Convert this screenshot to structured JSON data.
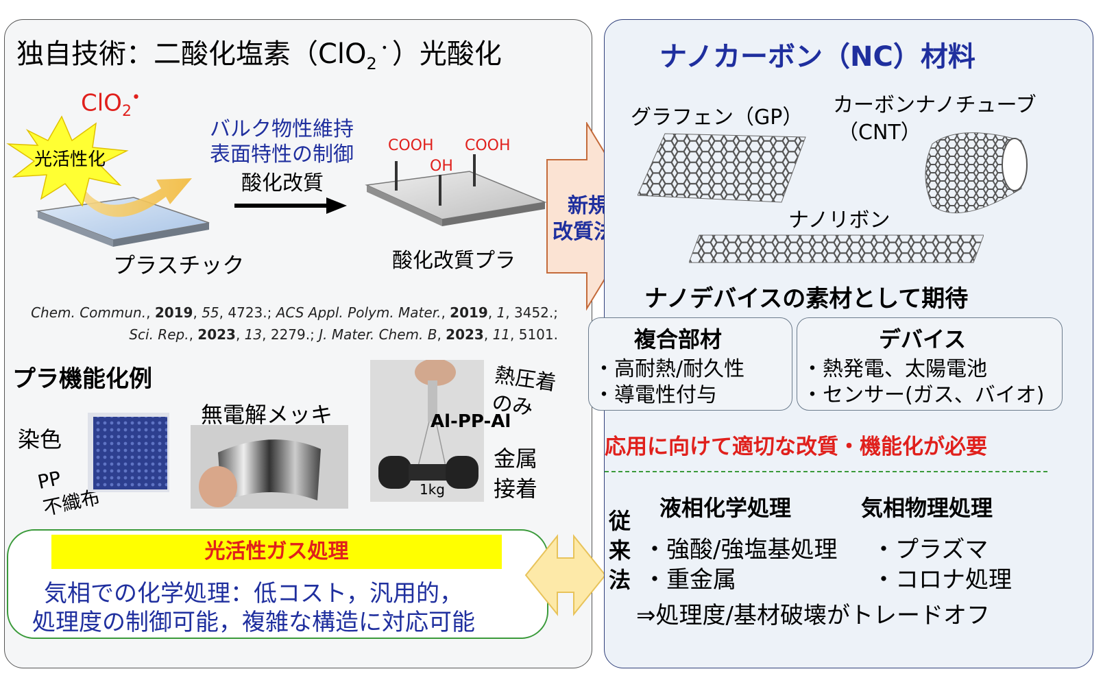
{
  "left": {
    "title": "独自技術：二酸化塩素（ClO",
    "title_sub": "2",
    "title_sup": "・",
    "title_end": "）光酸化",
    "clo2_label": "ClO",
    "clo2_sub": "2",
    "clo2_dot": "•",
    "photoactivation": "光活性化",
    "maintain_bulk": "バルク物性維持",
    "control_surface": "表面特性の制御",
    "oxidation_mod": "酸化改質",
    "plastic": "プラスチック",
    "cooh_1": "COOH",
    "oh": "OH",
    "cooh_2": "COOH",
    "oxidized_plastic": "酸化改質プラ",
    "citations": {
      "j1": "Chem. Commun.",
      "y1": "2019",
      "v1": "55",
      "p1": "4723.;",
      "j2": "ACS Appl. Polym. Mater.",
      "y2": "2019",
      "v2": "1",
      "p2": "3452.;",
      "j3": "Sci. Rep.",
      "y3": "2023",
      "v3": "13",
      "p3": "2279.;",
      "j4": "J. Mater. Chem. B",
      "y4": "2023",
      "v4": "11",
      "p4": "5101."
    },
    "examples_heading": "プラ機能化例",
    "dyeing": "染色",
    "pp_label": "PP",
    "nonwoven": "不織布",
    "electroless": "無電解メッキ",
    "thermo_1": "熱圧着",
    "thermo_2": "のみ",
    "al_pp_al": "Al-PP-Al",
    "one_kg": "1kg",
    "metal_1": "金属",
    "metal_2": "接着",
    "gas_heading": "光活性ガス処理",
    "gas_line1": "気相での化学処理：低コスト，汎用的，",
    "gas_line2": "処理度の制御可能，複雑な構造に対応可能"
  },
  "arrow": {
    "line1": "新規",
    "line2": "改質法"
  },
  "right": {
    "title": "ナノカーボン（NC）材料",
    "graphene": "グラフェン（GP）",
    "cnt_1": "カーボンナノチューブ",
    "cnt_2": "（CNT）",
    "nanoribbon": "ナノリボン",
    "expectation": "ナノデバイスの素材として期待",
    "composite": {
      "heading": "複合部材",
      "item1": "・高耐熱/耐久性",
      "item2": "・導電性付与"
    },
    "device": {
      "heading": "デバイス",
      "item1": "・熱発電、太陽電池",
      "item2": "・センサー(ガス、バイオ)"
    },
    "need": "応用に向けて適切な改質・機能化が必要",
    "conventional": [
      "従",
      "来",
      "法"
    ],
    "liquid_heading": "液相化学処理",
    "liquid_1": "・強酸/強塩基処理",
    "liquid_2": "・重金属",
    "gas_heading": "気相物理処理",
    "gas_1": "・プラズマ",
    "gas_2": "・コロナ処理",
    "tradeoff": "⇒処理度/基材破壊がトレードオフ"
  },
  "colors": {
    "red": "#e0201c",
    "navy": "#1f2f9e",
    "arrow_fill": "#fbe3d3",
    "arrow_stroke": "#c46a3a",
    "highlight": "#ffff00",
    "burst": "#ffff33",
    "green_border": "#3a9a3a"
  }
}
